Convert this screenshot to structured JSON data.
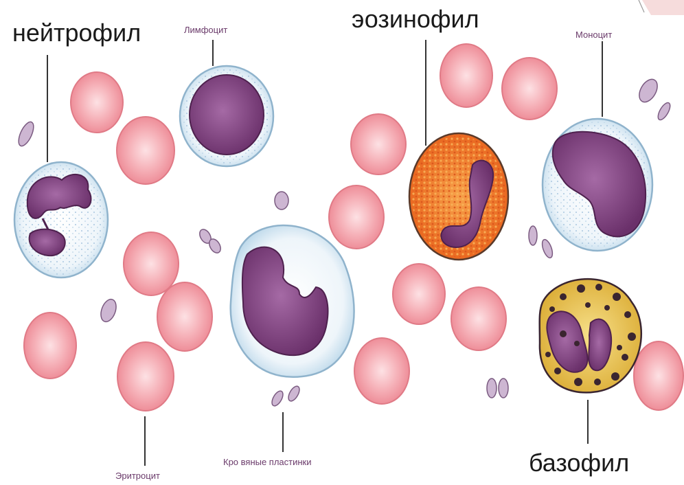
{
  "labels": {
    "neutrophil": "нейтрофил",
    "lymphocyte": "Лимфоцит",
    "eosinophil": "эозинофил",
    "monocyte": "Моноцит",
    "basophil": "базофил",
    "erythrocyte": "Эритроцит",
    "platelets": "Кро вяные пластинки"
  },
  "colors": {
    "erythrocyte": "#f29aa3",
    "nucleus": "#7a3f7a",
    "cytoplasm_pale": "#dce9f3",
    "eosinophil_granules": "#f07a2a",
    "basophil_cytoplasm": "#e8c64a",
    "basophil_granules": "#3a2530"
  }
}
